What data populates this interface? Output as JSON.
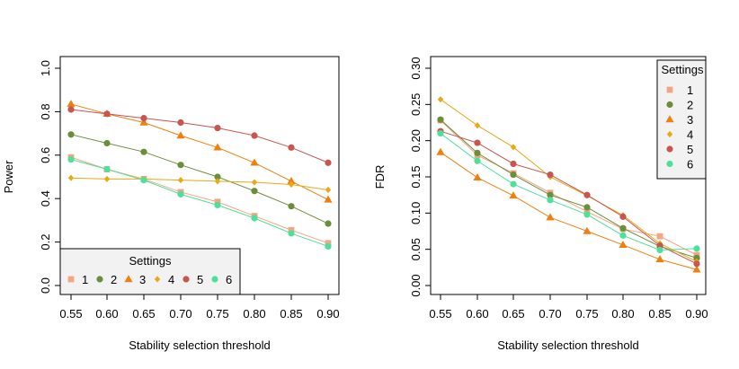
{
  "chart_data": [
    {
      "type": "line",
      "xlabel": "Stability selection threshold",
      "ylabel": "Power",
      "x": [
        0.55,
        0.6,
        0.65,
        0.7,
        0.75,
        0.8,
        0.85,
        0.9
      ],
      "x_tick_labels": [
        "0.55",
        "0.60",
        "0.65",
        "0.70",
        "0.75",
        "0.80",
        "0.85",
        "0.90"
      ],
      "y_ticks": [
        0.0,
        0.2,
        0.4,
        0.6,
        0.8,
        1.0
      ],
      "y_tick_labels": [
        "0.0",
        "0.2",
        "0.4",
        "0.6",
        "0.8",
        "1.0"
      ],
      "ylim": [
        0,
        1.0
      ],
      "grid": false,
      "legend": {
        "title": "Settings",
        "placement": "bottom-left",
        "layout": "horizontal"
      },
      "series": [
        {
          "name": "1",
          "color": "#F4A582",
          "marker": "square",
          "values": [
            0.59,
            0.535,
            0.49,
            0.43,
            0.385,
            0.32,
            0.255,
            0.195
          ]
        },
        {
          "name": "2",
          "color": "#6B8E3A",
          "marker": "circle",
          "values": [
            0.695,
            0.655,
            0.615,
            0.555,
            0.5,
            0.435,
            0.365,
            0.285
          ]
        },
        {
          "name": "3",
          "color": "#F07F0E",
          "marker": "triangle",
          "values": [
            0.835,
            0.79,
            0.75,
            0.69,
            0.635,
            0.565,
            0.48,
            0.395
          ]
        },
        {
          "name": "4",
          "color": "#E8A914",
          "marker": "diamond",
          "values": [
            0.495,
            0.49,
            0.49,
            0.485,
            0.48,
            0.475,
            0.465,
            0.44
          ]
        },
        {
          "name": "5",
          "color": "#C8554E",
          "marker": "circle",
          "values": [
            0.81,
            0.79,
            0.77,
            0.75,
            0.725,
            0.69,
            0.635,
            0.565
          ]
        },
        {
          "name": "6",
          "color": "#4DE09A",
          "marker": "circle",
          "values": [
            0.58,
            0.535,
            0.485,
            0.42,
            0.37,
            0.31,
            0.24,
            0.18
          ]
        }
      ]
    },
    {
      "type": "line",
      "xlabel": "Stability selection threshold",
      "ylabel": "FDR",
      "x": [
        0.55,
        0.6,
        0.65,
        0.7,
        0.75,
        0.8,
        0.85,
        0.9
      ],
      "x_tick_labels": [
        "0.55",
        "0.60",
        "0.65",
        "0.70",
        "0.75",
        "0.80",
        "0.85",
        "0.90"
      ],
      "y_ticks": [
        0.0,
        0.05,
        0.1,
        0.15,
        0.2,
        0.25,
        0.3
      ],
      "y_tick_labels": [
        "0.00",
        "0.05",
        "0.10",
        "0.15",
        "0.20",
        "0.25",
        "0.30"
      ],
      "ylim": [
        0,
        0.3
      ],
      "grid": false,
      "legend": {
        "title": "Settings",
        "placement": "top-right",
        "layout": "vertical"
      },
      "series": [
        {
          "name": "1",
          "color": "#F4A582",
          "marker": "square",
          "values": [
            0.228,
            0.18,
            0.155,
            0.128,
            0.102,
            0.078,
            0.068,
            0.042
          ]
        },
        {
          "name": "2",
          "color": "#6B8E3A",
          "marker": "circle",
          "values": [
            0.229,
            0.183,
            0.153,
            0.125,
            0.108,
            0.079,
            0.054,
            0.038
          ]
        },
        {
          "name": "3",
          "color": "#F07F0E",
          "marker": "triangle",
          "values": [
            0.184,
            0.149,
            0.124,
            0.094,
            0.075,
            0.056,
            0.036,
            0.022
          ]
        },
        {
          "name": "4",
          "color": "#E8A914",
          "marker": "diamond",
          "values": [
            0.257,
            0.221,
            0.191,
            0.15,
            0.124,
            0.097,
            0.058,
            0.033
          ]
        },
        {
          "name": "5",
          "color": "#C8554E",
          "marker": "circle",
          "values": [
            0.213,
            0.197,
            0.168,
            0.153,
            0.125,
            0.095,
            0.055,
            0.03
          ]
        },
        {
          "name": "6",
          "color": "#4DE09A",
          "marker": "circle",
          "values": [
            0.21,
            0.172,
            0.14,
            0.118,
            0.098,
            0.069,
            0.049,
            0.051
          ]
        }
      ]
    }
  ]
}
